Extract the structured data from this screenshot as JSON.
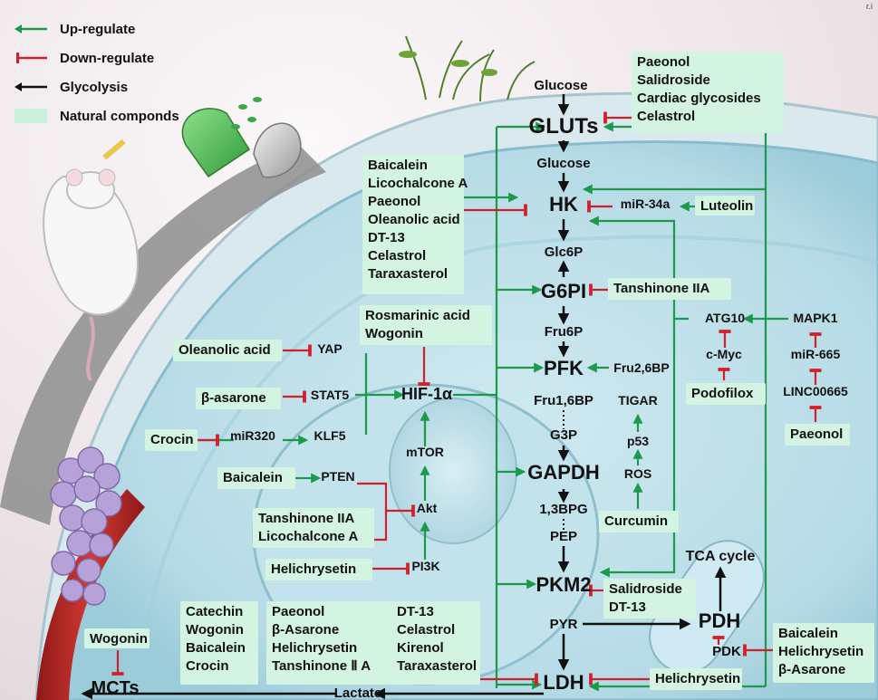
{
  "corner_mark": "r.i",
  "legend": [
    {
      "key": "up",
      "label": "Up-regulate",
      "color": "#1a9a4a",
      "symbol": "arrow"
    },
    {
      "key": "down",
      "label": "Down-regulate",
      "color": "#d0202b",
      "symbol": "tbar"
    },
    {
      "key": "glyc",
      "label": "Glycolysis",
      "color": "#111111",
      "symbol": "arrow"
    },
    {
      "key": "nat",
      "label": "Natural componds",
      "color": "#c9f1dc",
      "symbol": "swatch"
    }
  ],
  "colors": {
    "up": "#1a9a4a",
    "down": "#d0202b",
    "glycolysis": "#111111",
    "compound_box": "#d4f4e2",
    "cell": "#bde0ea",
    "vessel": "#b52121"
  },
  "pathway": {
    "glucose_out": "Glucose",
    "gluts": "GLUTs",
    "glucose_in": "Glucose",
    "hk": "HK",
    "glc6p": "Glc6P",
    "g6pi": "G6PI",
    "fru6p": "Fru6P",
    "pfk": "PFK",
    "fru16bp": "Fru1,6BP",
    "g3p": "G3P",
    "gapdh": "GAPDH",
    "bpg13": "1,3BPG",
    "pep": "PEP",
    "pkm2": "PKM2",
    "pyr": "PYR",
    "ldh": "LDH",
    "lactate": "Lactate",
    "mcts": "MCTs",
    "pdh": "PDH",
    "pdk": "PDK",
    "tca": "TCA cycle"
  },
  "regulators": {
    "mir34a": "miR-34a",
    "fru26bp": "Fru2,6BP",
    "tigar": "TIGAR",
    "p53": "p53",
    "ros": "ROS",
    "atg10": "ATG10",
    "cmyc": "c-Myc",
    "mapk1": "MAPK1",
    "mir665": "miR-665",
    "linc00665": "LINC00665",
    "yap": "YAP",
    "stat5": "STAT5",
    "klf5": "KLF5",
    "mir320": "miR320",
    "hif1a": "HIF-1α",
    "mtor": "mTOR",
    "pten": "PTEN",
    "akt": "Akt",
    "pi3k": "PI3K"
  },
  "compounds": {
    "gluts_inhib": [
      "Paeonol",
      "Salidroside",
      "Cardiac glycosides",
      "Celastrol"
    ],
    "hk_group": [
      "Baicalein",
      "Licochalcone A",
      "Paeonol",
      "Oleanolic acid",
      "DT-13",
      "Celastrol",
      "Taraxasterol"
    ],
    "luteolin": "Luteolin",
    "tanshinone_g6pi": "Tanshinone IIA",
    "hif_inhib": [
      "Rosmarinic acid",
      "Wogonin"
    ],
    "podofilox": "Podofilox",
    "paeonol_linc": "Paeonol",
    "curcumin": "Curcumin",
    "oleanolic_yap": "Oleanolic acid",
    "basarone_stat5": "β-asarone",
    "crocin": "Crocin",
    "baicalein_pten": "Baicalein",
    "akt_inhib": [
      "Tanshinone IIA",
      "Licochalcone A"
    ],
    "helichrysetin_pi3k": "Helichrysetin",
    "pkm2_inhib": [
      "Salidroside",
      "DT-13"
    ],
    "pdk_inhib": [
      "Baicalein",
      "Helichrysetin",
      "β-Asarone"
    ],
    "helichrysetin_ldh": "Helichrysetin",
    "wogonin_mct": "Wogonin",
    "ldh_col1": [
      "Catechin",
      "Wogonin",
      "Baicalein",
      "Crocin"
    ],
    "ldh_col2": [
      "Paeonol",
      "β-Asarone",
      "Helichrysetin",
      "Tanshinone Ⅱ A"
    ],
    "ldh_col3": [
      "DT-13",
      "Celastrol",
      "Kirenol",
      "Taraxasterol"
    ]
  }
}
